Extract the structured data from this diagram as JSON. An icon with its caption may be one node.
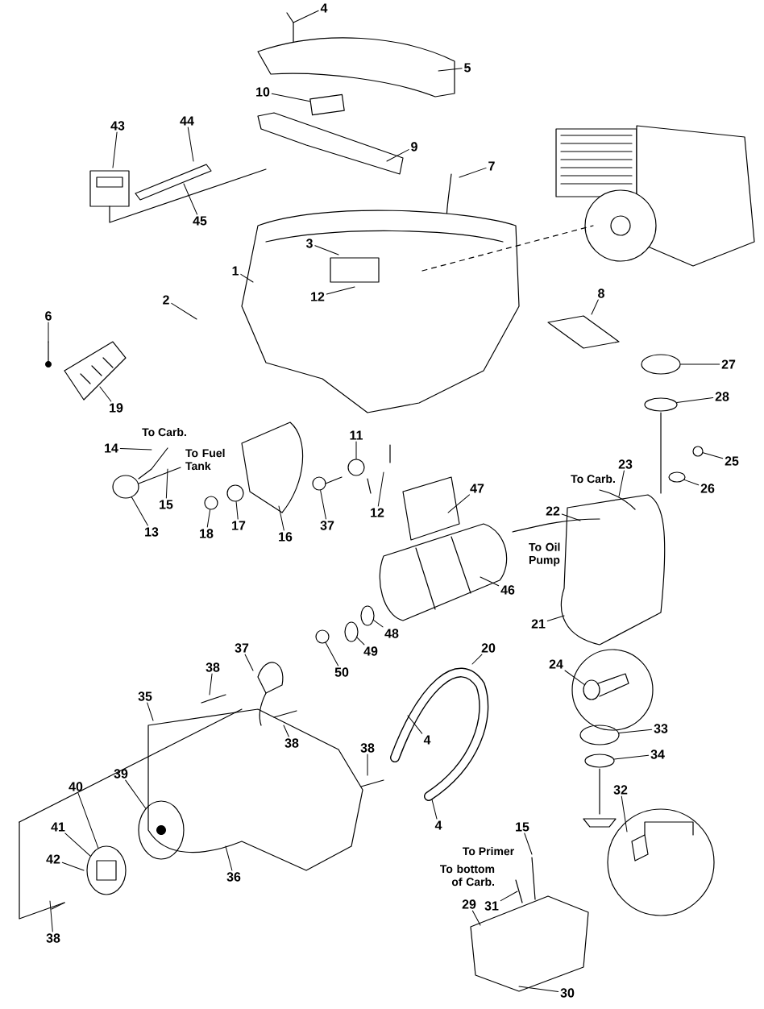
{
  "diagram": {
    "nodes": [
      {
        "text": [
          "4"
        ]
      },
      {
        "text": [
          "5"
        ]
      },
      {
        "text": [
          "10"
        ]
      },
      {
        "text": [
          "44"
        ]
      },
      {
        "text": [
          "43"
        ]
      },
      {
        "text": [
          "9"
        ]
      },
      {
        "text": [
          "7"
        ]
      },
      {
        "text": [
          "45"
        ]
      },
      {
        "text": [
          "3"
        ]
      },
      {
        "text": [
          "1"
        ]
      },
      {
        "text": [
          "8"
        ]
      },
      {
        "text": [
          "12"
        ]
      },
      {
        "text": [
          "2"
        ]
      },
      {
        "text": [
          "6"
        ]
      },
      {
        "text": [
          "19"
        ]
      },
      {
        "text": [
          "11"
        ]
      },
      {
        "text": [
          "14"
        ]
      },
      {
        "text": [
          "27"
        ]
      },
      {
        "text": [
          "28"
        ]
      },
      {
        "text": [
          "25"
        ]
      },
      {
        "text": [
          "23"
        ]
      },
      {
        "text": [
          "47"
        ]
      },
      {
        "text": [
          "26"
        ]
      },
      {
        "text": [
          "15"
        ]
      },
      {
        "text": [
          "22"
        ]
      },
      {
        "text": [
          "12"
        ]
      },
      {
        "text": [
          "17"
        ]
      },
      {
        "text": [
          "37"
        ]
      },
      {
        "text": [
          "13"
        ]
      },
      {
        "text": [
          "18"
        ]
      },
      {
        "text": [
          "16"
        ]
      },
      {
        "text": [
          "46"
        ]
      },
      {
        "text": [
          "21"
        ]
      },
      {
        "text": [
          "48"
        ]
      },
      {
        "text": [
          "37"
        ]
      },
      {
        "text": [
          "20"
        ]
      },
      {
        "text": [
          "49"
        ]
      },
      {
        "text": [
          "24"
        ]
      },
      {
        "text": [
          "38"
        ]
      },
      {
        "text": [
          "50"
        ]
      },
      {
        "text": [
          "35"
        ]
      },
      {
        "text": [
          "33"
        ]
      },
      {
        "text": [
          "4"
        ]
      },
      {
        "text": [
          "38"
        ]
      },
      {
        "text": [
          "38"
        ]
      },
      {
        "text": [
          "34"
        ]
      },
      {
        "text": [
          "39"
        ]
      },
      {
        "text": [
          "40"
        ]
      },
      {
        "text": [
          "32"
        ]
      },
      {
        "text": [
          "4"
        ]
      },
      {
        "text": [
          "41"
        ]
      },
      {
        "text": [
          "15"
        ]
      },
      {
        "text": [
          "42"
        ]
      },
      {
        "text": [
          "36"
        ]
      },
      {
        "text": [
          "29"
        ]
      },
      {
        "text": [
          "31"
        ]
      },
      {
        "text": [
          "38"
        ]
      },
      {
        "text": [
          "30"
        ]
      },
      {
        "text": [],
        "shape": "box"
      },
      {
        "text": [],
        "shape": "circle"
      },
      {
        "text": [],
        "shape": "circle"
      },
      {
        "text": [],
        "shape": "circle"
      },
      {
        "text": [],
        "shape": "circle"
      },
      {
        "text": [],
        "shape": "circle"
      },
      {
        "text": [],
        "shape": "circle"
      },
      {
        "text": [],
        "shape": "circle"
      },
      {
        "text": [],
        "shape": "circle"
      },
      {
        "text": [],
        "shape": "circle"
      },
      {
        "text": [],
        "shape": "circle"
      },
      {
        "text": [],
        "shape": "circle"
      },
      {
        "text": [],
        "shape": "circle"
      },
      {
        "text": [],
        "shape": "circle"
      },
      {
        "text": [],
        "shape": "circle"
      },
      {
        "text": [],
        "shape": "circle"
      },
      {
        "text": [],
        "shape": "circle"
      },
      {
        "text": [],
        "shape": "circle"
      }
    ],
    "edges": [
      {
        "from": 0,
        "to": null,
        "arrow": "none"
      },
      {
        "from": 1,
        "to": null,
        "arrow": "none"
      },
      {
        "from": 2,
        "to": 58,
        "arrow": "none"
      },
      {
        "from": 3,
        "to": null,
        "arrow": "none"
      },
      {
        "from": 4,
        "to": null,
        "arrow": "none"
      },
      {
        "from": 5,
        "to": null,
        "arrow": "none"
      },
      {
        "from": 6,
        "to": null,
        "arrow": "none"
      },
      {
        "from": 7,
        "to": null,
        "arrow": "none"
      },
      {
        "from": 8,
        "to": null,
        "arrow": "none"
      },
      {
        "from": 9,
        "to": null,
        "arrow": "none"
      },
      {
        "from": 10,
        "to": null,
        "arrow": "none"
      },
      {
        "from": 11,
        "to": null,
        "arrow": "none"
      },
      {
        "from": 12,
        "to": null,
        "arrow": "none"
      },
      {
        "from": 13,
        "to": null,
        "arrow": "none"
      },
      {
        "from": 14,
        "to": null,
        "arrow": "none"
      },
      {
        "from": 15,
        "to": 59,
        "arrow": "none"
      },
      {
        "from": 16,
        "to": null,
        "arrow": "none"
      },
      {
        "from": 17,
        "to": 60,
        "arrow": "none"
      },
      {
        "from": 18,
        "to": 61,
        "arrow": "none"
      },
      {
        "from": 19,
        "to": 62,
        "arrow": "none"
      },
      {
        "from": 20,
        "to": null,
        "arrow": "none"
      },
      {
        "from": 21,
        "to": null,
        "arrow": "none"
      },
      {
        "from": 22,
        "to": 63,
        "arrow": "none"
      },
      {
        "from": 23,
        "to": null,
        "arrow": "none"
      },
      {
        "from": 24,
        "to": null,
        "arrow": "none"
      },
      {
        "from": 25,
        "to": null,
        "arrow": "none"
      },
      {
        "from": 26,
        "to": 64,
        "arrow": "none"
      },
      {
        "from": 27,
        "to": 65,
        "arrow": "none"
      },
      {
        "from": 28,
        "to": 66,
        "arrow": "none"
      },
      {
        "from": 29,
        "to": 67,
        "arrow": "none"
      },
      {
        "from": 30,
        "to": null,
        "arrow": "none"
      },
      {
        "from": 31,
        "to": null,
        "arrow": "none"
      },
      {
        "from": 32,
        "to": null,
        "arrow": "none"
      },
      {
        "from": 33,
        "to": 68,
        "arrow": "none"
      },
      {
        "from": 34,
        "to": null,
        "arrow": "none"
      },
      {
        "from": 35,
        "to": null,
        "arrow": "none"
      },
      {
        "from": 36,
        "to": 69,
        "arrow": "none"
      },
      {
        "from": 37,
        "to": 71,
        "arrow": "none"
      },
      {
        "from": 38,
        "to": null,
        "arrow": "none"
      },
      {
        "from": 39,
        "to": 70,
        "arrow": "none"
      },
      {
        "from": 40,
        "to": null,
        "arrow": "none"
      },
      {
        "from": 41,
        "to": 72,
        "arrow": "none"
      },
      {
        "from": 42,
        "to": null,
        "arrow": "none"
      },
      {
        "from": 43,
        "to": null,
        "arrow": "none"
      },
      {
        "from": 44,
        "to": null,
        "arrow": "none"
      },
      {
        "from": 45,
        "to": 73,
        "arrow": "none"
      },
      {
        "from": 46,
        "to": 74,
        "arrow": "none"
      },
      {
        "from": 47,
        "to": 75,
        "arrow": "none"
      },
      {
        "from": 48,
        "to": null,
        "arrow": "none"
      },
      {
        "from": 49,
        "to": null,
        "arrow": "none"
      },
      {
        "from": 50,
        "to": 75,
        "arrow": "none"
      },
      {
        "from": 51,
        "to": null,
        "arrow": "none"
      },
      {
        "from": 52,
        "to": null,
        "arrow": "none"
      },
      {
        "from": 53,
        "to": null,
        "arrow": "none"
      },
      {
        "from": 54,
        "to": null,
        "arrow": "none"
      },
      {
        "from": 55,
        "to": null,
        "arrow": "none"
      },
      {
        "from": 56,
        "to": null,
        "arrow": "none"
      },
      {
        "from": 57,
        "to": null,
        "arrow": "none"
      }
    ],
    "labels": [
      "To Carb.",
      "To Fuel Tank",
      "To Carb.",
      "To Oil Pump",
      "To Primer",
      "To bottom of Carb."
    ]
  }
}
